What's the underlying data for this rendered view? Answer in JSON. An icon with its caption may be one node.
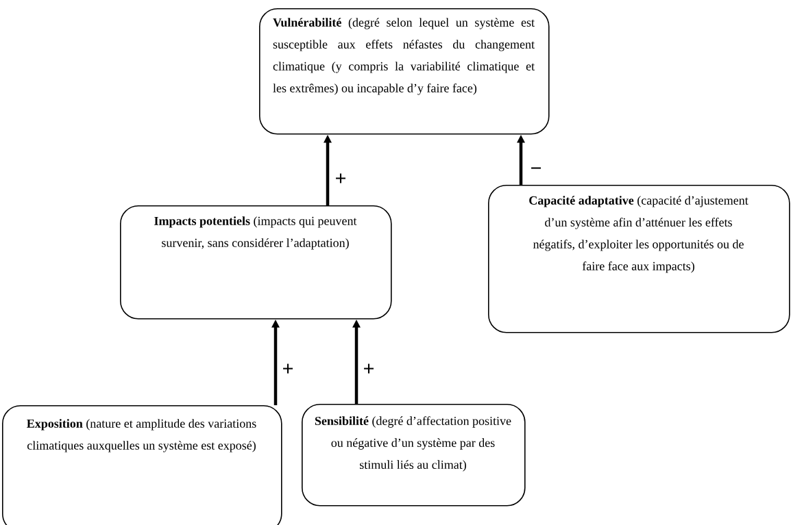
{
  "diagram": {
    "nodes": [
      {
        "text": [
          "**Vulnérabilité** (degré selon lequel un système est susceptible aux effets néfastes du changement climatique (y compris la variabilité climatique et les extrêmes) ou incapable d’y faire face)"
        ]
      },
      {
        "text": [
          "**Impacts potentiels** (impacts qui peuvent survenir, sans considérer l’adaptation)"
        ]
      },
      {
        "text": [
          "**Capacité adaptative** (capacité d’ajustement d’un système afin d’atténuer les effets négatifs, d’exploiter les opportunités ou de faire face aux impacts)"
        ]
      },
      {
        "text": [
          "**Exposition** (nature et amplitude des variations climatiques auxquelles un système est exposé)"
        ]
      },
      {
        "text": [
          "**Sensibilité** (degré d’affectation positive ou négative d’un système par des stimuli liés au climat)"
        ]
      }
    ],
    "edges": [
      {
        "from": 1,
        "to": 0,
        "arrow": "to",
        "label": "+"
      },
      {
        "from": 2,
        "to": 0,
        "arrow": "to",
        "label": "−"
      },
      {
        "from": 3,
        "to": 1,
        "arrow": "to",
        "label": "+"
      },
      {
        "from": 4,
        "to": 1,
        "arrow": "to",
        "label": "+"
      }
    ]
  }
}
